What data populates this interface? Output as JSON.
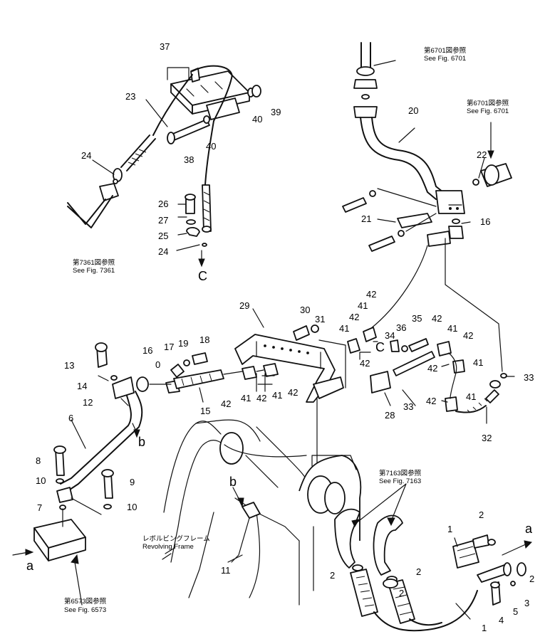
{
  "notes": {
    "fig6701_top_jp": "第6701図参照",
    "fig6701_top_en": "See Fig. 6701",
    "fig6701_right_jp": "第6701図参照",
    "fig6701_right_en": "See Fig. 6701",
    "fig7361_jp": "第7361図参照",
    "fig7361_en": "See Fig. 7361",
    "fig7163_jp": "第7163図参照",
    "fig7163_en": "See Fig. 7163",
    "fig6573_jp": "第6573図参照",
    "fig6573_en": "See Fig. 6573",
    "frame_jp": "レボルビングフレーム",
    "frame_en": "Revolving Frame"
  },
  "letters": {
    "c_top": "C",
    "c_mid": "C",
    "b_mid": "b",
    "b_frame": "b",
    "a_left": "a",
    "a_right": "a"
  },
  "callouts": {
    "n37": "37",
    "n23": "23",
    "n40a": "40",
    "n39": "39",
    "n40b": "40",
    "n38": "38",
    "n24a": "24",
    "n26": "26",
    "n27": "27",
    "n25": "25",
    "n24b": "24",
    "n20": "20",
    "n22": "22",
    "n21": "21",
    "n16a": "16",
    "n29": "29",
    "n30": "30",
    "n31": "31",
    "n42a": "42",
    "n41a": "41",
    "n42b": "42",
    "n41b": "41",
    "n42c": "42",
    "n35": "35",
    "n36": "36",
    "n34": "34",
    "n42d": "42",
    "n41c": "41",
    "n42e": "42",
    "n42f": "42",
    "n41d": "41",
    "n33a": "33",
    "n42g": "42",
    "n41e": "41",
    "n32": "32",
    "n28": "28",
    "n33b": "33",
    "n16b": "16",
    "n17": "17",
    "n19": "19",
    "n18": "18",
    "n13": "13",
    "n14": "14",
    "n12": "12",
    "n0": "0",
    "n15": "15",
    "n42h": "42",
    "n41f": "41",
    "n42i": "42",
    "n41g": "41",
    "n42j": "42",
    "n6": "6",
    "n8": "8",
    "n10a": "10",
    "n9": "9",
    "n7": "7",
    "n10b": "10",
    "n11": "11",
    "n2a": "2",
    "n1a": "1",
    "n2b": "2",
    "n2c": "2",
    "n2d": "2",
    "n2e": "2",
    "n3": "3",
    "n5": "5",
    "n4": "4",
    "n1b": "1"
  }
}
